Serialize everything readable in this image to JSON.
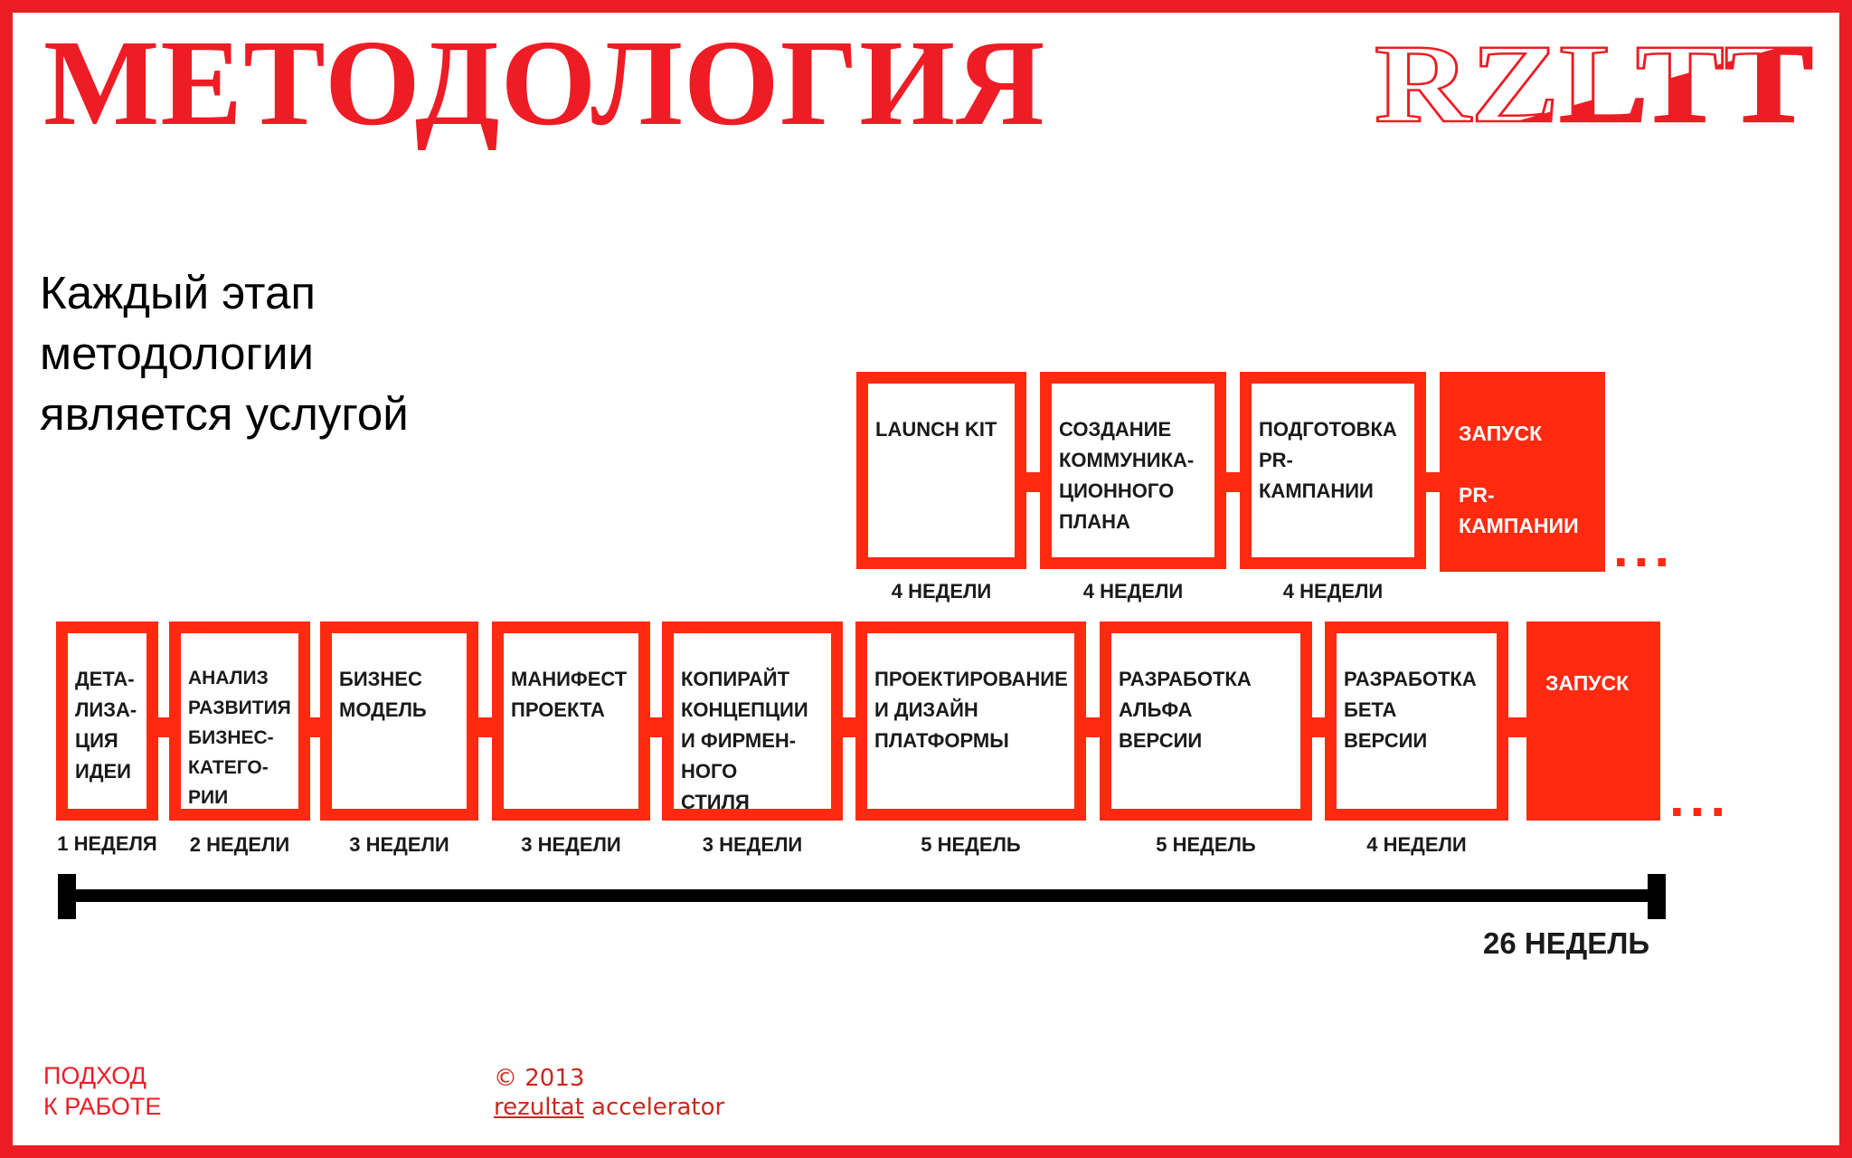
{
  "header": {
    "title": "МЕТОДОЛОГИЯ",
    "logo_text": "RZLTT"
  },
  "subtitle": "Каждый этап\nметодологии\nявляется услугой",
  "upper_row": [
    {
      "label": "LAUNCH KIT",
      "duration": "4 НЕДЕЛИ"
    },
    {
      "label": "СОЗДАНИЕ\nКОММУНИКА-\nЦИОННОГО\nПЛАНА",
      "duration": "4 НЕДЕЛИ"
    },
    {
      "label": "ПОДГОТОВКА\nPR-\nКАМПАНИИ",
      "duration": "4 НЕДЕЛИ"
    },
    {
      "label": "ЗАПУСК",
      "sublabel": "PR-\nКАМПАНИИ",
      "duration": ""
    }
  ],
  "lower_row": [
    {
      "label": "ДЕТА-\nЛИЗА-\nЦИЯ\nИДЕИ",
      "duration": "1 НЕДЕЛЯ"
    },
    {
      "label": "АНАЛИЗ\nРАЗВИТИЯ\nБИЗНЕС-\nКАТЕГО-\nРИИ\nИ РЫНКА",
      "duration": "2 НЕДЕЛИ"
    },
    {
      "label": "БИЗНЕС\nМОДЕЛЬ",
      "duration": "3 НЕДЕЛИ"
    },
    {
      "label": "МАНИФЕСТ\nПРОЕКТА",
      "duration": "3 НЕДЕЛИ"
    },
    {
      "label": "КОПИРАЙТ\nКОНЦЕПЦИИ\nИ ФИРМЕН-\nНОГО\nСТИЛЯ",
      "duration": "3 НЕДЕЛИ"
    },
    {
      "label": "ПРОЕКТИРОВАНИЕ\nИ ДИЗАЙН\nПЛАТФОРМЫ",
      "duration": "5 НЕДЕЛЬ"
    },
    {
      "label": "РАЗРАБОТКА\nАЛЬФА\nВЕРСИИ",
      "duration": "5 НЕДЕЛЬ"
    },
    {
      "label": "РАЗРАБОТКА\nБЕТА\nВЕРСИИ",
      "duration": "4 НЕДЕЛИ"
    },
    {
      "label": "ЗАПУСК",
      "duration": ""
    }
  ],
  "continuation": "...",
  "timeline": {
    "total_label": "26 НЕДЕЛЬ"
  },
  "footer": {
    "section": "ПОДХОД\nК РАБОТЕ",
    "copyright": "© 2013",
    "company_link": "rezultat",
    "company_suffix": " accelerator"
  },
  "colors": {
    "brand_red": "#ee1c25",
    "stage_red": "#ff2a10",
    "text": "#1a1a1a"
  }
}
